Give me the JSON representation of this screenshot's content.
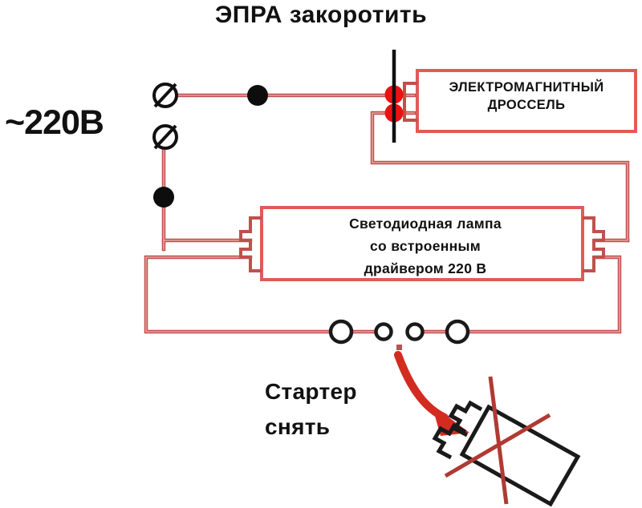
{
  "diagram": {
    "title": "ЭПРА закоротить",
    "supply_label": "~220В",
    "ballast": {
      "line1": "ЭЛЕКТРОМАГНИТНЫЙ",
      "line2": "ДРОССЕЛЬ"
    },
    "lamp": {
      "line1": "Светодиодная лампа",
      "line2": "со встроенным",
      "line3": "драйвером 220 В"
    },
    "starter_note": {
      "line1": "Стартер",
      "line2": "снять"
    },
    "colors": {
      "wire": "#c0504d",
      "wire_core": "#e8a3a0",
      "box_border": "#e05b58",
      "jumper_black": "#111111",
      "junction_black": "#0d0d0d",
      "junction_red": "#ee1111",
      "arrow_red": "#d42b20",
      "cross_red": "#b03a33",
      "starter_body": "#1a1a1a",
      "text": "#111111",
      "background": "#ffffff"
    },
    "elements": {
      "terminal_top": "terminal-symbol-phase",
      "terminal_bottom": "terminal-symbol-neutral",
      "junction_dot_top": "junction-dot-top-wire",
      "junction_dot_left": "junction-dot-left-wire",
      "short_jumper": "ballast-short-jumper",
      "starter_socket_contacts": 4
    }
  }
}
